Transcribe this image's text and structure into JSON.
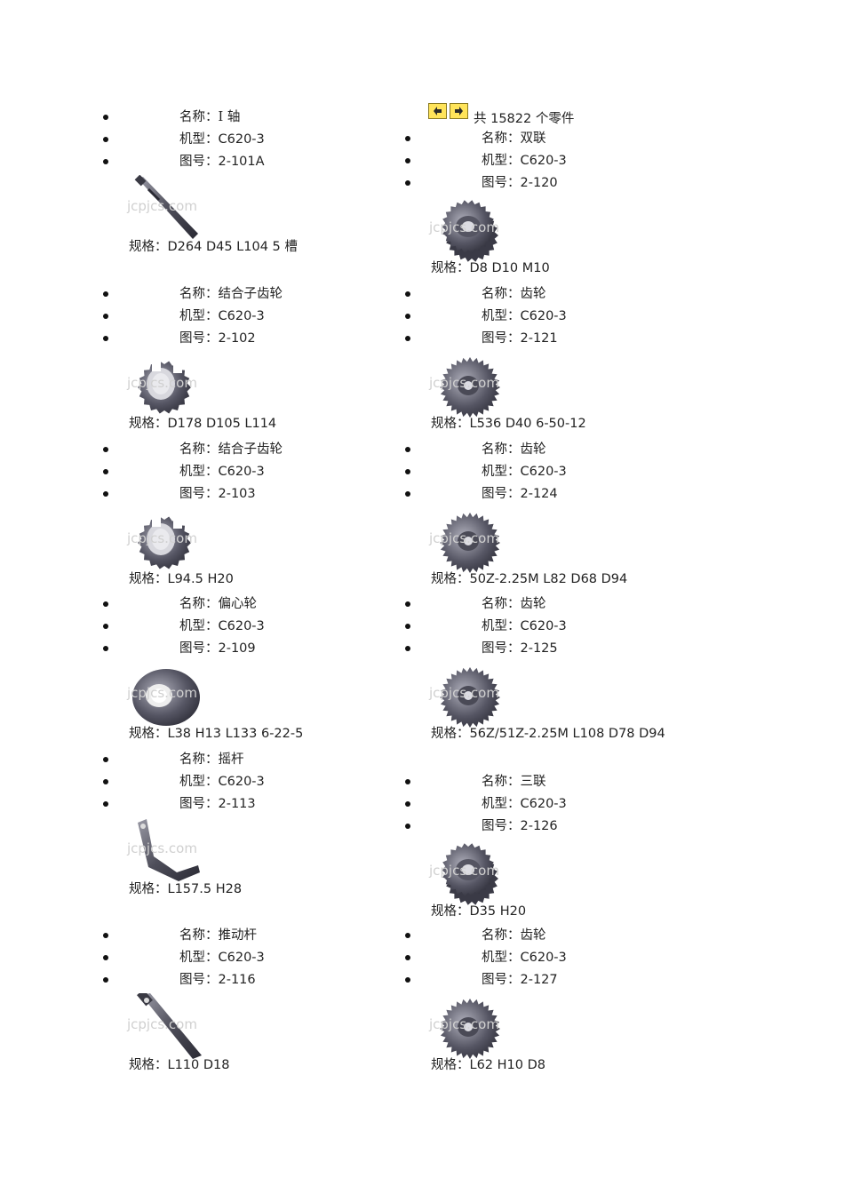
{
  "labels": {
    "name": "名称：",
    "model": "机型：",
    "drawing": "图号：",
    "spec": "规格："
  },
  "watermark": "jcpjcs.com",
  "total": {
    "prefix": "共 ",
    "count": "15822",
    "suffix": " 个零件"
  },
  "parts_left": [
    {
      "name": "I 轴",
      "model": "C620-3",
      "drawing": "2-101A",
      "spec": "D264 D45 L104 5 槽",
      "icon": "shaft-icon"
    },
    {
      "name": "结合子齿轮",
      "model": "C620-3",
      "drawing": "2-102",
      "spec": "D178 D105 L114",
      "icon": "clutch-gear-icon"
    },
    {
      "name": "结合子齿轮",
      "model": "C620-3",
      "drawing": "2-103",
      "spec": "L94.5 H20",
      "icon": "clutch-gear-icon"
    },
    {
      "name": "偏心轮",
      "model": "C620-3",
      "drawing": "2-109",
      "spec": "L38 H13 L133 6-22-5",
      "icon": "eccentric-wheel-icon"
    },
    {
      "name": "摇杆",
      "model": "C620-3",
      "drawing": "2-113",
      "spec": "L157.5 H28",
      "icon": "rocker-icon"
    },
    {
      "name": "推动杆",
      "model": "C620-3",
      "drawing": "2-116",
      "spec": "L110 D18",
      "icon": "push-rod-icon"
    }
  ],
  "parts_right": [
    {
      "name": "双联",
      "model": "C620-3",
      "drawing": "2-120",
      "spec": "D8 D10 M10",
      "icon": "double-gear-icon"
    },
    {
      "name": "齿轮",
      "model": "C620-3",
      "drawing": "2-121",
      "spec": "L536 D40 6-50-12",
      "icon": "gear-icon"
    },
    {
      "name": "齿轮",
      "model": "C620-3",
      "drawing": "2-124",
      "spec": "50Z-2.25M L82 D68 D94",
      "icon": "gear-icon"
    },
    {
      "name": "齿轮",
      "model": "C620-3",
      "drawing": "2-125",
      "spec": "56Z/51Z-2.25M L108 D78 D94",
      "icon": "gear-icon"
    },
    {
      "name": "三联",
      "model": "C620-3",
      "drawing": "2-126",
      "spec": "D35 H20",
      "icon": "triple-gear-icon"
    },
    {
      "name": "齿轮",
      "model": "C620-3",
      "drawing": "2-127",
      "spec": "L62 H10 D8",
      "icon": "gear-icon"
    }
  ]
}
